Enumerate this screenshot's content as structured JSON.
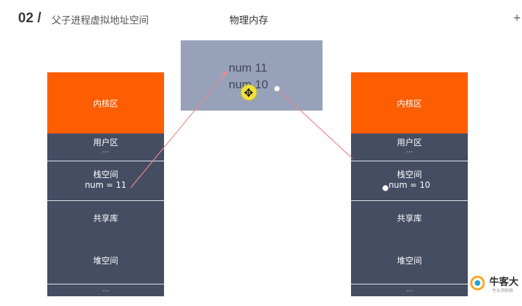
{
  "header": {
    "slide_number": "02 /",
    "title": "父子进程虚拟地址空间",
    "memory_title": "物理内存",
    "corner_mark": "+"
  },
  "physical_memory": {
    "line1": "num 11",
    "line2": "num 10"
  },
  "left_process": {
    "kernel": "内核区",
    "user": "用户区",
    "user_dots": "...",
    "stack_label": "栈空间",
    "stack_value": "num = 11",
    "shared": "共享库",
    "heap": "堆空间",
    "tail": "..."
  },
  "right_process": {
    "kernel": "内核区",
    "user": "用户区",
    "user_dots": "...",
    "stack_label": "栈空间",
    "stack_value": "num = 10",
    "shared": "共享库",
    "heap": "堆空间",
    "tail": "..."
  },
  "logo": {
    "name": "牛客大",
    "subtitle": "· 专业求职辅"
  },
  "colors": {
    "kernel": "#fe5e00",
    "segment": "#454d63",
    "physical_box": "#97a1ba",
    "link_line": "#f08a8a"
  }
}
